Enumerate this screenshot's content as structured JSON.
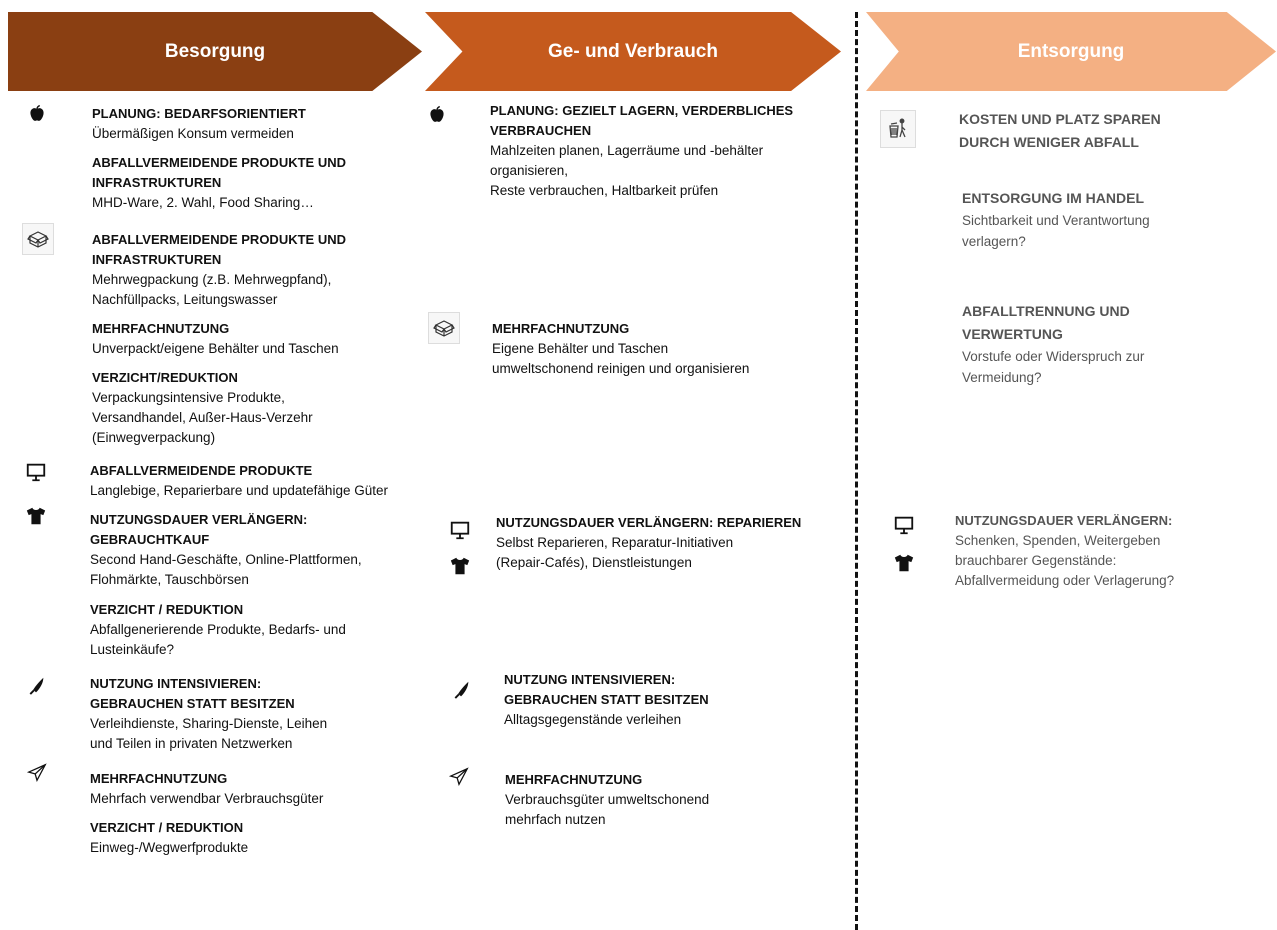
{
  "header": {
    "phases": [
      "Besorgung",
      "Ge- und Verbrauch",
      "Entsorgung"
    ]
  },
  "colors": {
    "phase1": "#8a3f12",
    "phase2": "#c55a1d",
    "phase3": "#f4b083"
  },
  "col1": {
    "b1": {
      "h": "PLANUNG: BEDARFSORIENTIERT",
      "t": "Übermäßigen Konsum vermeiden"
    },
    "b2": {
      "h": "ABFALLVERMEIDENDE PRODUKTE UND\nINFRASTRUKTUREN",
      "t": "MHD-Ware, 2. Wahl, Food Sharing…"
    },
    "b3": {
      "h": "ABFALLVERMEIDENDE PRODUKTE UND\nINFRASTRUKTUREN",
      "t": "Mehrwegpackung (z.B. Mehrwegpfand),\nNachfüllpacks, Leitungswasser"
    },
    "b4": {
      "h": "MEHRFACHNUTZUNG",
      "t": "Unverpackt/eigene Behälter und Taschen"
    },
    "b5": {
      "h": "VERZICHT/REDUKTION",
      "t": "Verpackungsintensive Produkte,\nVersandhandel, Außer-Haus-Verzehr\n(Einwegverpackung)"
    },
    "b6": {
      "h": "ABFALLVERMEIDENDE PRODUKTE",
      "t": "Langlebige, Reparierbare und updatefähige Güter"
    },
    "b7": {
      "h": "NUTZUNGSDAUER VERLÄNGERN:\nGEBRAUCHTKAUF",
      "t": "Second Hand-Geschäfte, Online-Plattformen,\nFlohmärkte, Tauschbörsen"
    },
    "b8": {
      "h": "VERZICHT / REDUKTION",
      "t": "Abfallgenerierende Produkte, Bedarfs- und\nLusteinkäufe?"
    },
    "b9": {
      "h": "NUTZUNG INTENSIVIEREN:\nGEBRAUCHEN STATT BESITZEN",
      "t": "Verleihdienste, Sharing-Dienste, Leihen\nund Teilen in privaten Netzwerken"
    },
    "b10": {
      "h": "MEHRFACHNUTZUNG",
      "t": "Mehrfach verwendbar Verbrauchsgüter"
    },
    "b11": {
      "h": "VERZICHT / REDUKTION",
      "t": "Einweg-/Wegwerfprodukte"
    }
  },
  "col2": {
    "b1": {
      "h": "PLANUNG: GEZIELT LAGERN, VERDERBLICHES\nVERBRAUCHEN",
      "t": "Mahlzeiten planen, Lagerräume und -behälter\norganisieren,\nReste verbrauchen, Haltbarkeit prüfen"
    },
    "b2": {
      "h": "MEHRFACHNUTZUNG",
      "t": "Eigene Behälter und Taschen\numweltschonend reinigen und organisieren"
    },
    "b3": {
      "h": "NUTZUNGSDAUER VERLÄNGERN: REPARIEREN",
      "t": "Selbst Reparieren, Reparatur-Initiativen\n(Repair-Cafés), Dienstleistungen"
    },
    "b4": {
      "h": "NUTZUNG INTENSIVIEREN:\nGEBRAUCHEN STATT BESITZEN",
      "t": "Alltagsgegenstände verleihen"
    },
    "b5": {
      "h": "MEHRFACHNUTZUNG",
      "t": "Verbrauchsgüter umweltschonend\nmehrfach nutzen"
    }
  },
  "col3": {
    "b1": {
      "h": "KOSTEN UND PLATZ SPAREN\nDURCH WENIGER ABFALL"
    },
    "b2": {
      "h": "ENTSORGUNG IM HANDEL",
      "t": "Sichtbarkeit und Verantwortung\nverlagern?"
    },
    "b3": {
      "h": "ABFALLTRENNUNG UND\nVERWERTUNG",
      "t": "Vorstufe oder Widerspruch zur\nVermeidung?"
    },
    "b4": {
      "h": "NUTZUNGSDAUER VERLÄNGERN:",
      "t": "Schenken, Spenden, Weitergeben\nbrauchbarer Gegenstände:\nAbfallvermeidung oder Verlagerung?"
    }
  },
  "icons": [
    "apple-icon",
    "box-icon",
    "monitor-icon",
    "tshirt-icon",
    "knife-icon",
    "paper-plane-icon",
    "trash-icon"
  ]
}
